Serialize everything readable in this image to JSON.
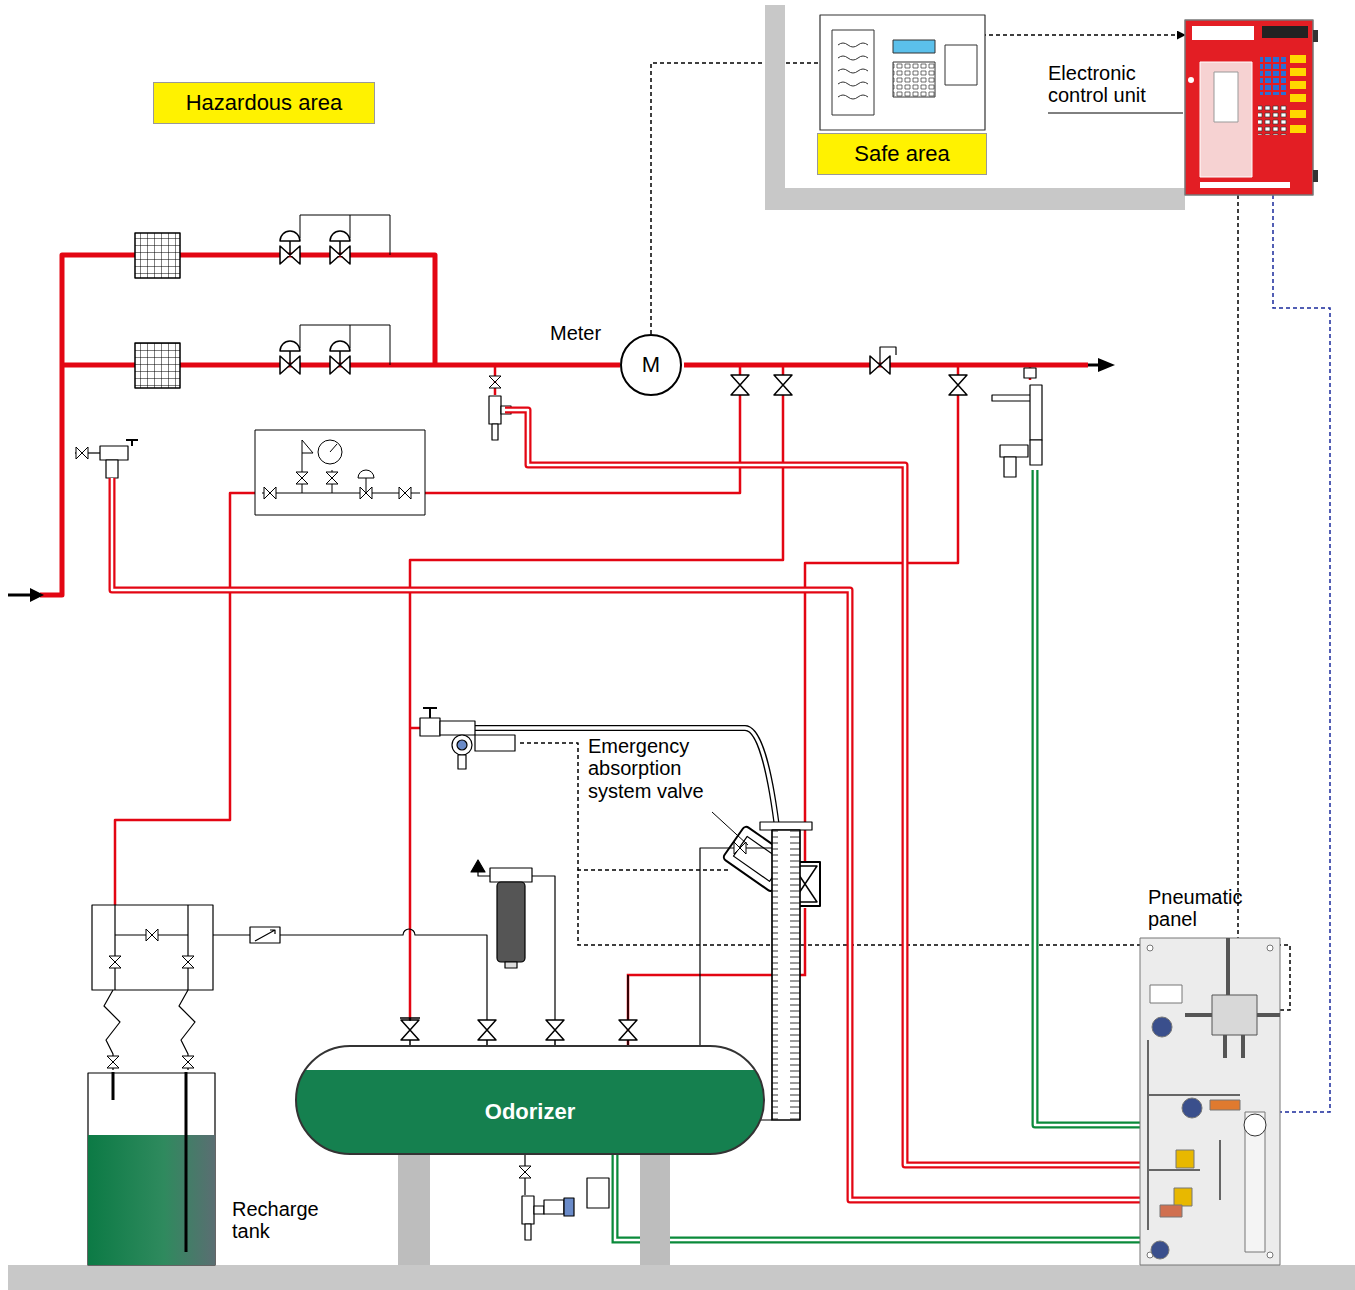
{
  "diagram": {
    "nodes": [
      {
        "text": [
          "Hazardous area"
        ]
      },
      {
        "text": [
          "Safe area"
        ]
      },
      {
        "text": [
          "Electronic control unit"
        ]
      },
      {
        "text": [
          "Meter",
          "M"
        ]
      },
      {
        "text": [
          "Emergency absorption system valve"
        ]
      },
      {
        "text": [
          "Pneumatic panel"
        ]
      },
      {
        "text": [
          "Odorizer"
        ]
      },
      {
        "text": [
          "Recharge tank"
        ]
      }
    ],
    "edges": [
      {
        "from": 3,
        "to": 2,
        "arrow": "to"
      },
      {
        "from": 2,
        "to": 5,
        "arrow": "none"
      },
      {
        "from": 2,
        "to": 5,
        "arrow": "none"
      },
      {
        "from": 4,
        "to": 5,
        "arrow": "none"
      },
      {
        "from": 6,
        "to": 5,
        "arrow": "none"
      },
      {
        "from": 6,
        "to": 4,
        "arrow": "none"
      }
    ]
  }
}
